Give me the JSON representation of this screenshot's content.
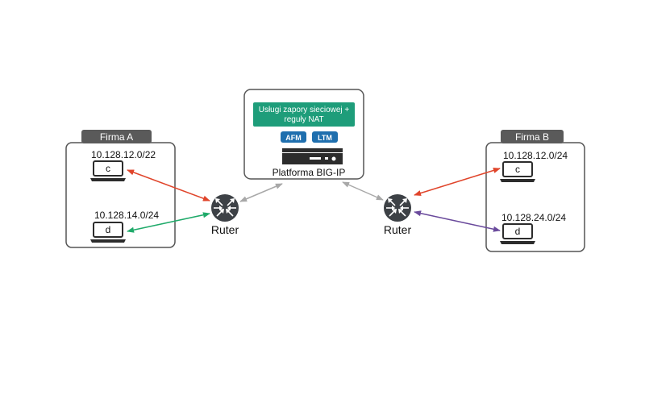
{
  "firma_a": {
    "title": "Firma A",
    "subnet_c": "10.128.12.0/22",
    "subnet_d": "10.128.14.0/24",
    "host_c_label": "c",
    "host_d_label": "d"
  },
  "firma_b": {
    "title": "Firma B",
    "subnet_c": "10.128.12.0/24",
    "subnet_d": "10.128.24.0/24",
    "host_c_label": "c",
    "host_d_label": "d"
  },
  "bigip": {
    "services_line1": "Usługi zapory sieciowej +",
    "services_line2": "reguły NAT",
    "module_afm": "AFM",
    "module_ltm": "LTM",
    "platform_label": "Platforma BIG-IP"
  },
  "router_left_label": "Ruter",
  "router_right_label": "Ruter",
  "colors": {
    "header_gray": "#5a5a5a",
    "services_green": "#1e9d7a",
    "module_blue": "#1f6fae",
    "arrow_red": "#e0452b",
    "arrow_green": "#1faa6a",
    "arrow_purple": "#6a4a9c",
    "arrow_gray": "#a8a8a8",
    "router_dark": "#3d4146"
  }
}
